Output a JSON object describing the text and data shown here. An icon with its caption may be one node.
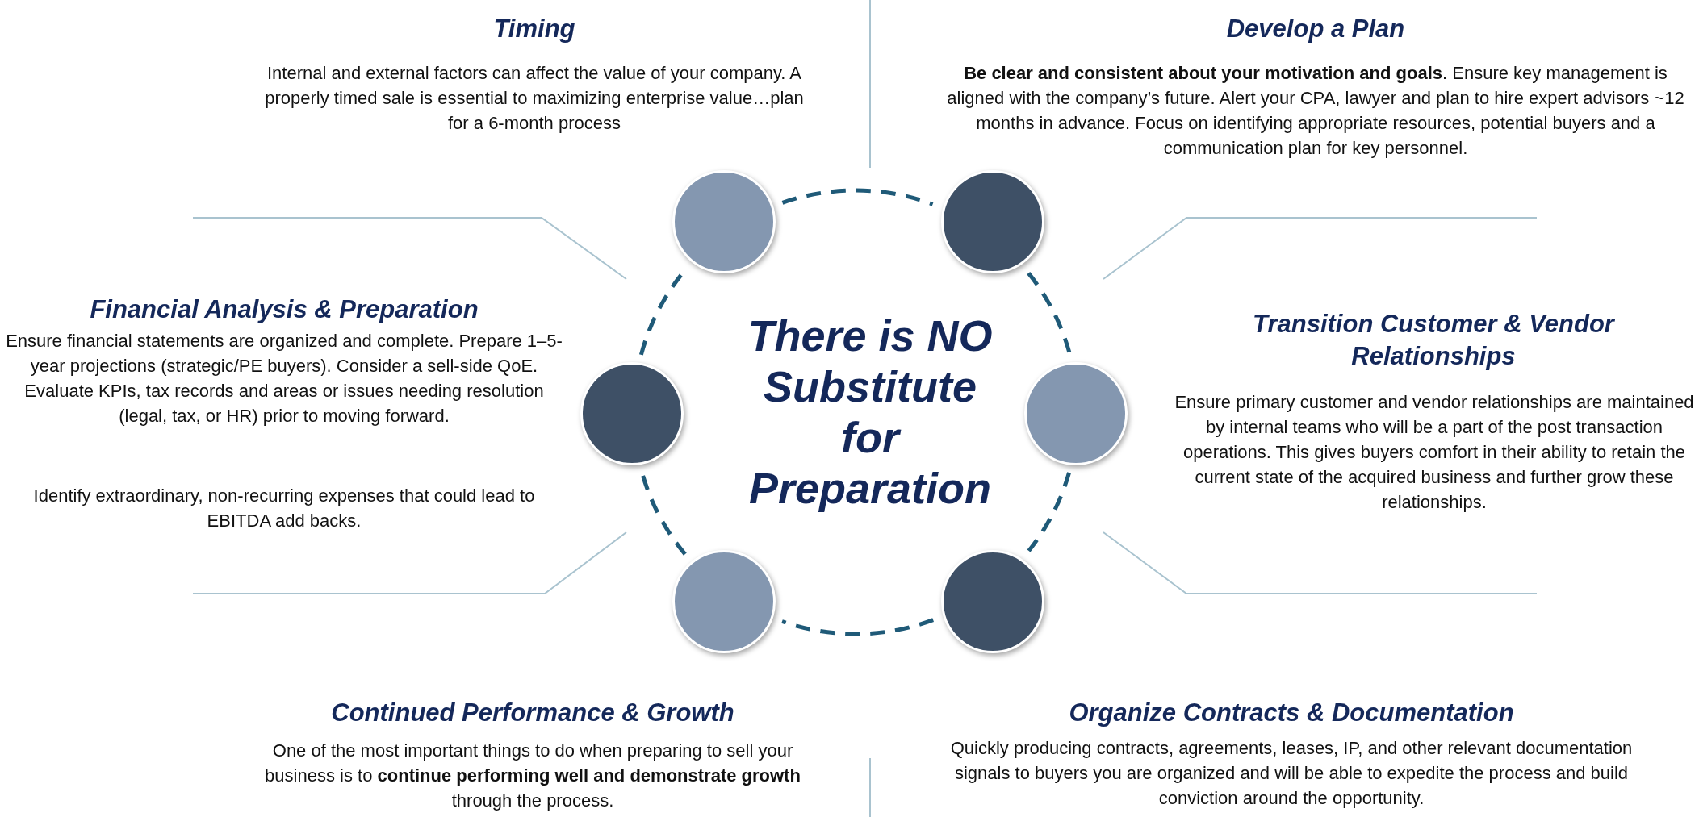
{
  "diagram": {
    "nodes": [
      {
        "text": [],
        "shape": "circle",
        "beside": [
          "Timing",
          "Internal and external factors can affect the value of your company. A properly timed sale is essential to maximizing enterprise value…plan for a 6-month process"
        ]
      },
      {
        "text": [],
        "shape": "circle",
        "beside": [
          "Develop a Plan",
          "**Be clear and consistent about your motivation and goals**. Ensure key management is aligned with the company’s future. Alert your CPA, lawyer and plan to hire expert advisors ~12 months in advance. Focus on identifying appropriate resources, potential buyers and a communication plan for key personnel."
        ]
      },
      {
        "text": [],
        "shape": "circle",
        "beside": [
          "Financial Analysis & Preparation",
          "Ensure financial statements are organized and complete. Prepare 1–5-year projections (strategic/PE buyers). Consider a sell-side QoE. Evaluate KPIs, tax records and areas or issues needing resolution (legal, tax, or HR) prior to moving forward.",
          "Identify extraordinary, non-recurring expenses that could lead to EBITDA add backs."
        ]
      },
      {
        "text": [],
        "shape": "circle",
        "beside": [
          "Transition Customer & Vendor Relationships",
          "Ensure primary customer and vendor relationships are maintained by internal teams who will be a part of the post transaction operations. This gives buyers comfort in their ability to retain the current state of the acquired business and further grow these relationships."
        ]
      },
      {
        "text": [],
        "shape": "circle",
        "beside": [
          "Continued Performance & Growth",
          "One of the most important things to do when preparing to sell your business is to **continue performing well and demonstrate growth** through the process."
        ]
      },
      {
        "text": [],
        "shape": "circle",
        "beside": [
          "Organize Contracts & Documentation",
          "Quickly producing contracts, agreements, leases, IP, and other relevant documentation signals to buyers you are organized and will be able to expedite the process and build conviction around the opportunity."
        ]
      }
    ],
    "edges": [
      {
        "from": 0,
        "to": 1,
        "arrow": "none",
        "style": "dashed"
      },
      {
        "from": 1,
        "to": 3,
        "arrow": "none",
        "style": "dashed"
      },
      {
        "from": 3,
        "to": 5,
        "arrow": "none",
        "style": "dashed"
      },
      {
        "from": 5,
        "to": 4,
        "arrow": "none",
        "style": "dashed"
      },
      {
        "from": 4,
        "to": 2,
        "arrow": "none",
        "style": "dashed"
      },
      {
        "from": 2,
        "to": 0,
        "arrow": "none",
        "style": "dashed"
      }
    ],
    "labels": [
      "There is NO Substitute for Preparation"
    ]
  }
}
